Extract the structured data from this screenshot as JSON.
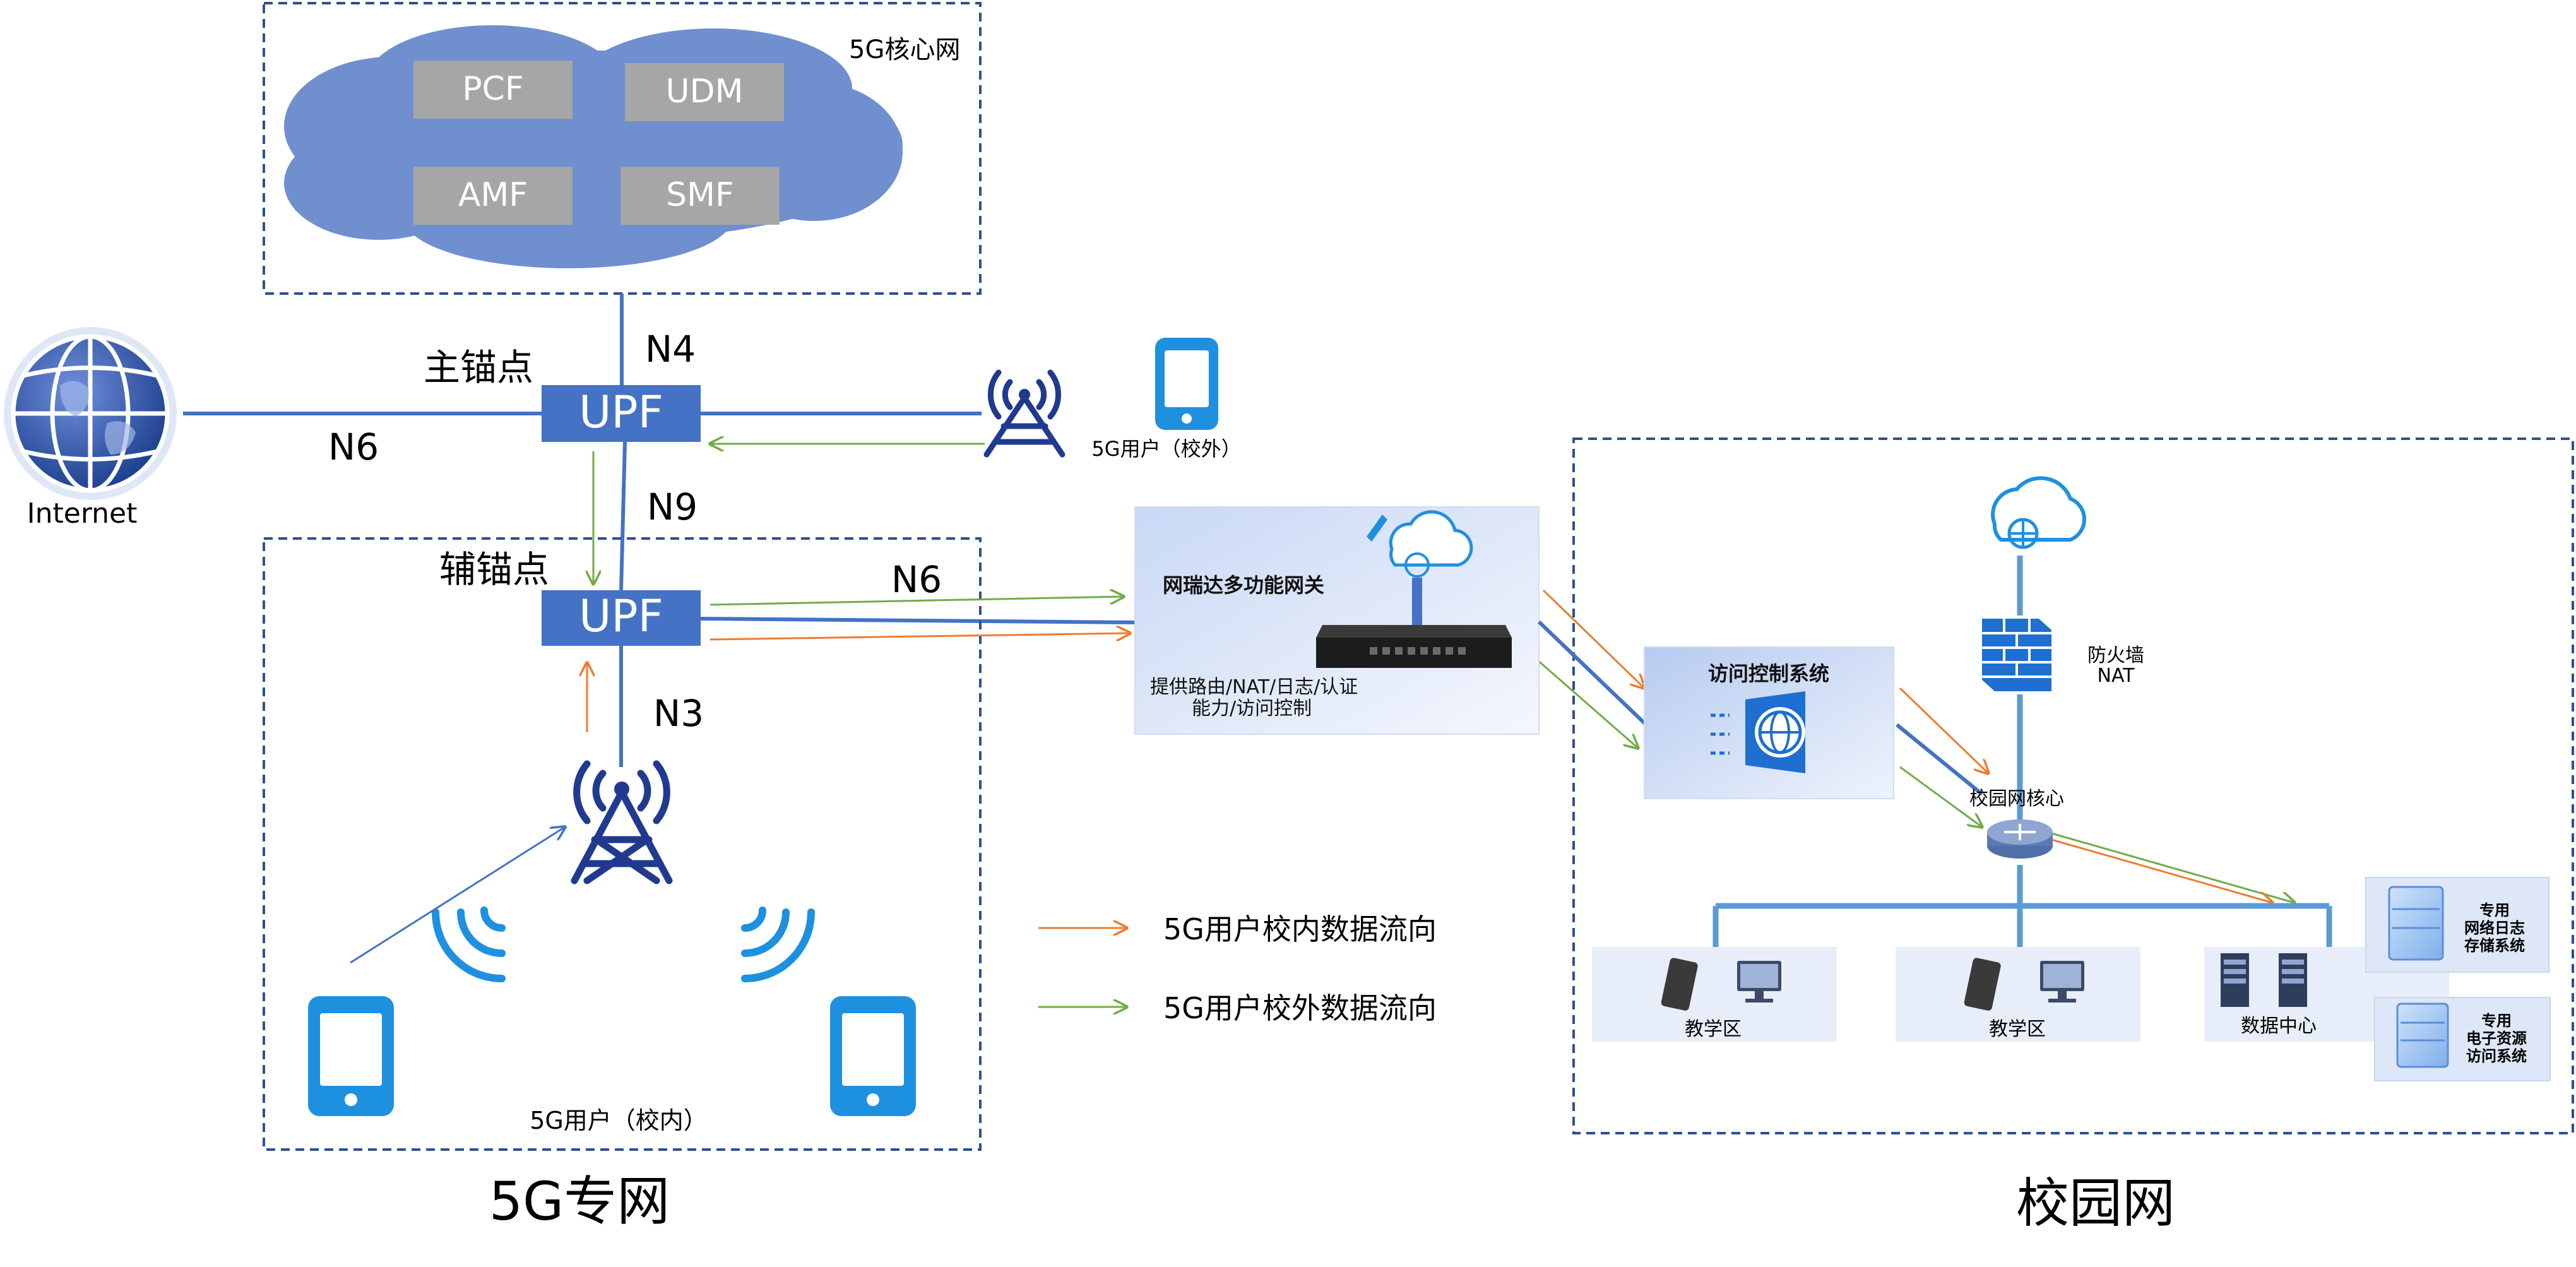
{
  "core": {
    "title": "5G核心网",
    "functions": [
      "PCF",
      "UDM",
      "AMF",
      "SMF"
    ]
  },
  "internet": {
    "label": "Internet"
  },
  "anchors": {
    "main_label": "主锚点",
    "aux_label": "辅锚点",
    "upf_label": "UPF"
  },
  "interfaces": {
    "n4": "N4",
    "n6_left": "N6",
    "n9": "N9",
    "n6_right": "N6",
    "n3": "N3"
  },
  "external_user": {
    "label": "5G用户（校外）"
  },
  "private_net": {
    "inner_users_label": "5G用户（校内）",
    "title": "5G专网"
  },
  "legend": {
    "inner_flow": "5G用户校内数据流向",
    "outer_flow": "5G用户校外数据流向",
    "inner_color": "#ed7d31",
    "outer_color": "#70ad47"
  },
  "gateway": {
    "title": "网瑞达多功能网关",
    "desc_line1": "提供路由/NAT/日志/认证",
    "desc_line2": "能力/访问控制"
  },
  "campus": {
    "title": "校园网",
    "access_control": "访问控制系统",
    "firewall_line1": "防火墙",
    "firewall_line2": "NAT",
    "core_label": "校园网核心",
    "zones": [
      "教学区",
      "教学区",
      "数据中心"
    ],
    "log_system": [
      "专用",
      "网络日志",
      "存储系统"
    ],
    "resource_system": [
      "专用",
      "电子资源",
      "访问系统"
    ]
  },
  "colors": {
    "line_blue": "#4472c4",
    "dash_border": "#2f4f8f",
    "cloud": "#6f8fcf",
    "nf_box": "#a6a6a6",
    "upf": "#4472c4",
    "phone": "#1e90e0",
    "tower": "#1f3a8f",
    "campus_line": "#5b9bd5"
  }
}
